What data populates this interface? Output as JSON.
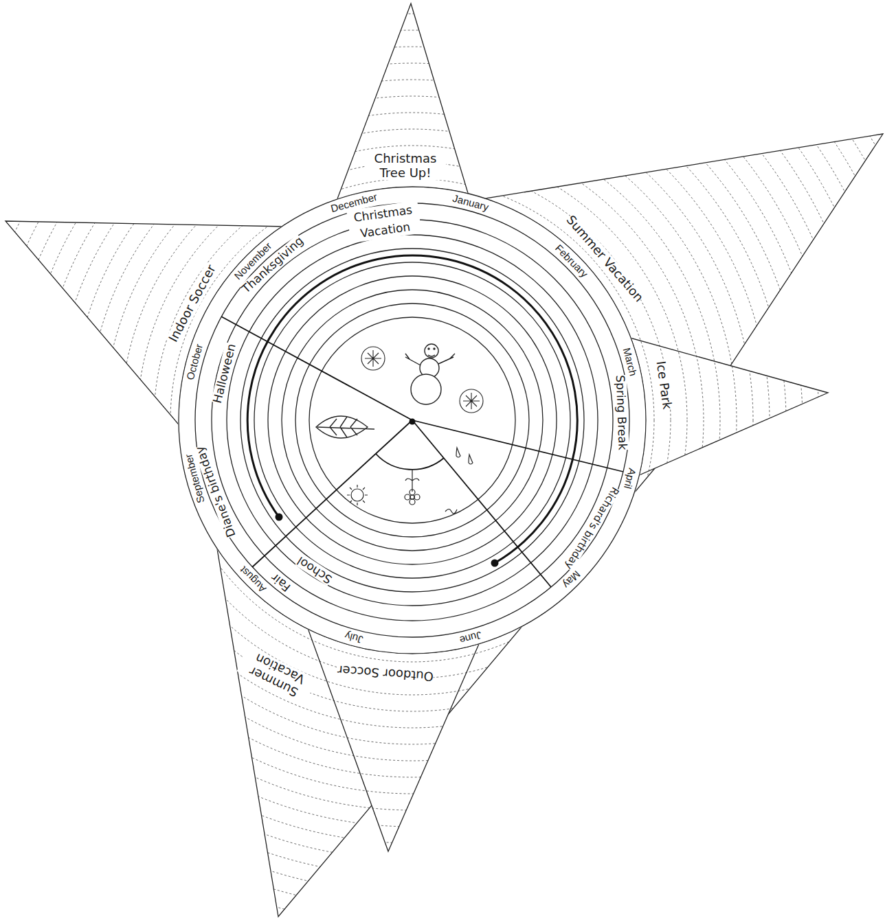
{
  "diagram": {
    "nodes": [
      {
        "text": [
          "Christmas Tree Up!"
        ]
      },
      {
        "text": [
          "Summer Vacation"
        ]
      },
      {
        "text": [
          "Ice Park"
        ]
      },
      {
        "text": [
          "Summer Vacation"
        ]
      },
      {
        "text": [
          "Outdoor Soccer"
        ]
      },
      {
        "text": [
          "Indoor Soccer"
        ]
      }
    ],
    "labels": [
      "December",
      "January",
      "February",
      "March",
      "April",
      "May",
      "June",
      "July",
      "August",
      "September",
      "October",
      "November",
      "Christmas Vacation",
      "Thanksgiving",
      "Halloween",
      "Diane's birthday",
      "School",
      "Fair",
      "Richard's birthday",
      "Spring Break"
    ]
  }
}
